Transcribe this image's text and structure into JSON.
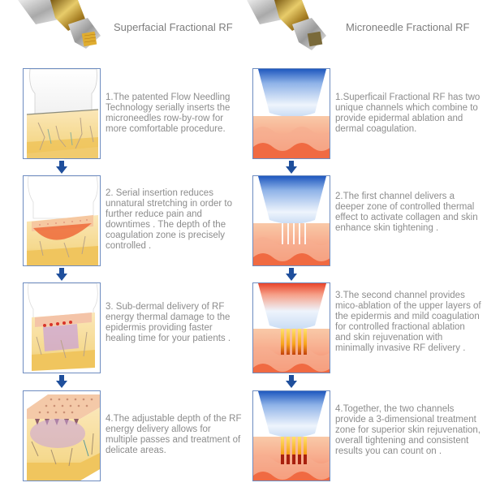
{
  "columns": [
    {
      "id": "left",
      "title": "Superfacial Fractional RF",
      "handpiece_icon": "superficial-rf-handpiece-icon",
      "steps": [
        {
          "text": "1.The patented Flow Needling Technology serially inserts the microneedles row-by-row for more comfortable procedure.",
          "illustration": "skin-block-applicator-icon"
        },
        {
          "text": "2. Serial insertion reduces unnatural stretching in order to further reduce pain and downtimes . The depth of the coagulation zone is precisely controlled .",
          "illustration": "skin-block-coagulation-icon"
        },
        {
          "text": "3. Sub-dermal delivery of RF energy thermal damage to the epidermis providing faster healing time for your patients .",
          "illustration": "skin-block-subdermal-icon"
        },
        {
          "text": "4.The adjustable depth of the RF energy delivery allows for multiple passes and treatment of delicate areas.",
          "illustration": "skin-block-multipass-icon"
        }
      ]
    },
    {
      "id": "right",
      "title": "Microneedle Fractional RF",
      "handpiece_icon": "microneedle-rf-handpiece-icon",
      "steps": [
        {
          "text": "1.Superficail Fractional RF has two unique channels which combine to provide epidermal ablation and dermal coagulation.",
          "illustration": "skin-layers-applicator-icon"
        },
        {
          "text": "2.The first channel delivers a deeper zone of controlled thermal effect to activate collagen and skin enhance skin tightening .",
          "illustration": "skin-layers-needles-icon"
        },
        {
          "text": "3.The second channel provides mico-ablation of the upper layers of the epidermis and mild coagulation for controlled fractional ablation and skin rejuvenation with minimally invasive RF delivery .",
          "illustration": "skin-layers-heated-needles-icon"
        },
        {
          "text": "4.Together, the two channels provide a 3-dimensional treatment zone for superior skin rejuvenation, overall tightening and consistent results you can count on .",
          "illustration": "skin-layers-3d-zone-icon"
        }
      ]
    }
  ],
  "colors": {
    "arrow": "#1f4f9c",
    "box_border": "#6e8cc0",
    "text": "#8c8c8c",
    "skin_yellow": "#f3d27a",
    "skin_orange": "#f59a6e",
    "applicator_blue": "#2b63c4",
    "applicator_red": "#e8482a",
    "handpiece_gold": "#c9a13a"
  }
}
